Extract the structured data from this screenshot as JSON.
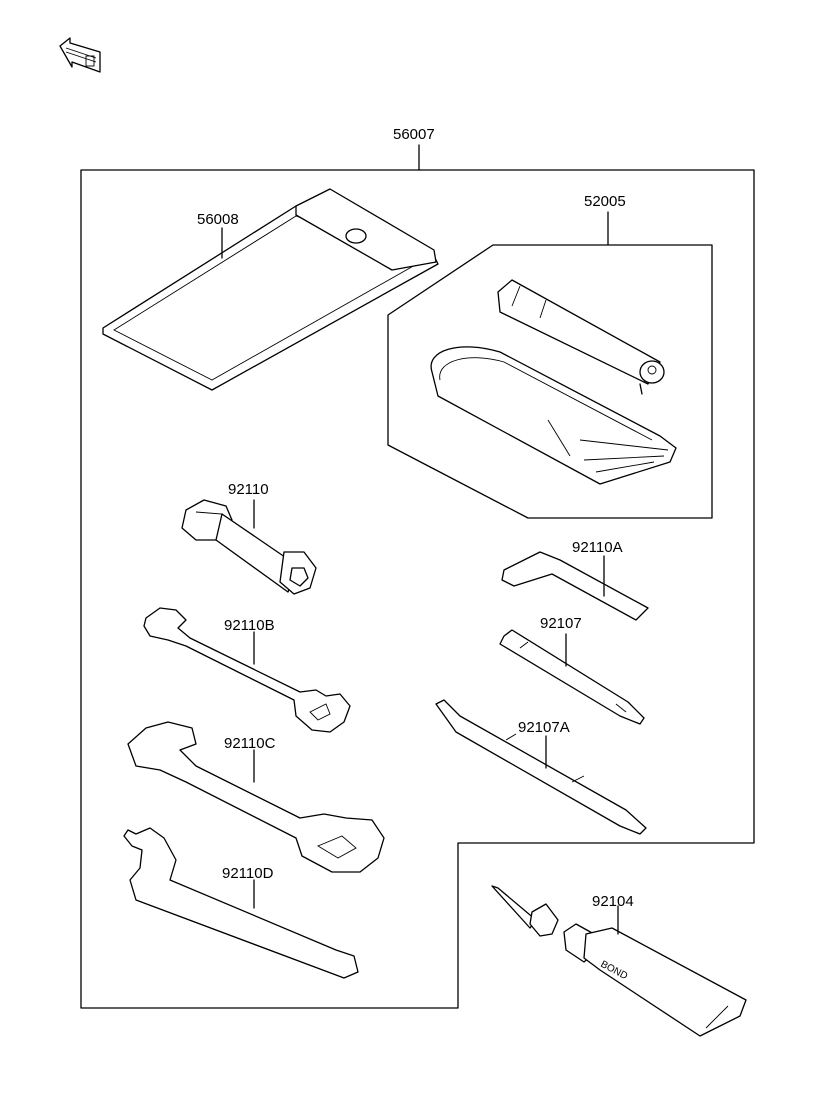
{
  "parts": {
    "p56007": "56007",
    "p56008": "56008",
    "p52005": "52005",
    "p92110": "92110",
    "p92110A": "92110A",
    "p92110B": "92110B",
    "p92107": "92107",
    "p92110C": "92110C",
    "p92107A": "92107A",
    "p92110D": "92110D",
    "p92104": "92104"
  },
  "tube_label": "BOND",
  "front_icon": "front-arrow-icon"
}
